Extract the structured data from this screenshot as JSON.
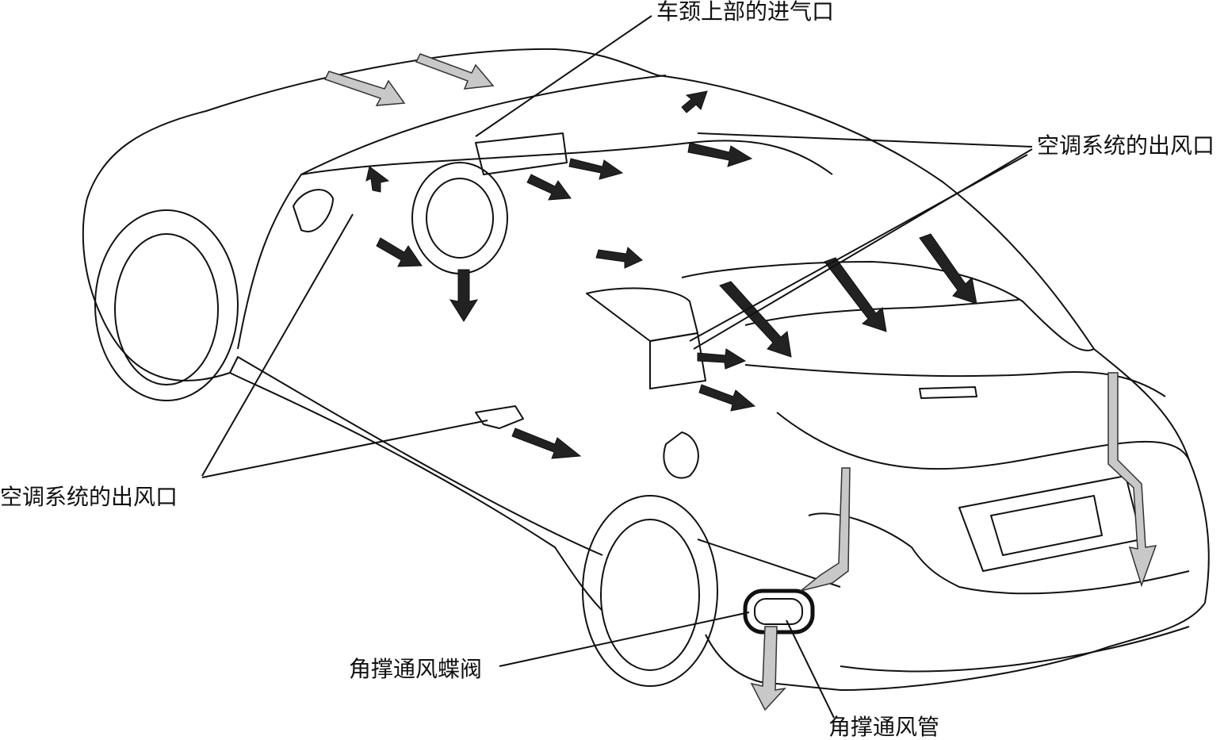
{
  "diagram": {
    "labels": {
      "cowl_intake": "车颈上部的进气口",
      "ac_outlet_right": "空调系统的出风口",
      "ac_outlet_left": "空调系统的出风口",
      "corner_vent_valve": "角撑通风蝶阀",
      "corner_vent_duct": "角撑通风管"
    }
  }
}
